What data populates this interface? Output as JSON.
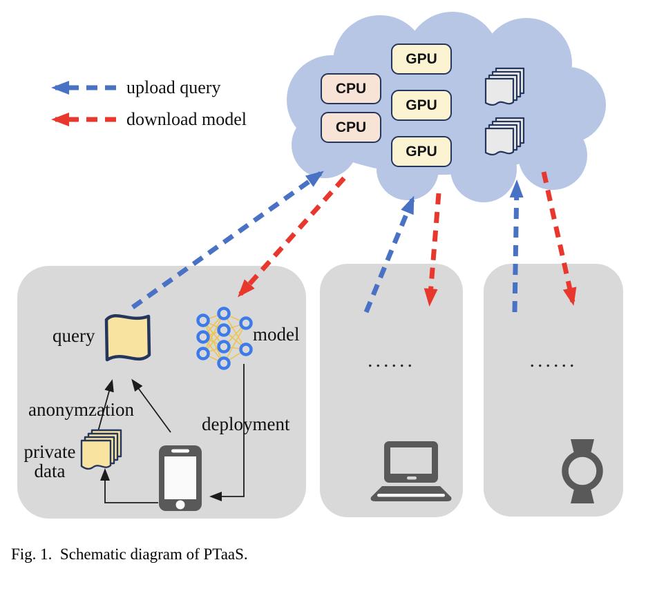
{
  "caption": "Fig. 1.  Schematic diagram of PTaaS.",
  "legend": {
    "upload_label": "upload query",
    "download_label": "download model",
    "upload_color": "#4a72c4",
    "download_color": "#e8382d"
  },
  "cloud": {
    "cpu_labels": [
      "CPU",
      "CPU"
    ],
    "gpu_labels": [
      "GPU",
      "GPU",
      "GPU"
    ],
    "document_stacks": 2,
    "fill": "#b7c6e5",
    "cpu_fill": "#f8e3d7",
    "gpu_fill": "#fbf3d2",
    "border": "#24365c"
  },
  "client_box_1": {
    "query_label": "query",
    "model_label": "model",
    "anonymization_label": "anonymzation",
    "private_data_line1": "private",
    "private_data_line2": "data",
    "deployment_label": "deployment"
  },
  "client_box_2": {
    "ellipsis": "......"
  },
  "client_box_3": {
    "ellipsis": "......"
  },
  "icons": {
    "cloud": "cloud-shape",
    "document_stack_gray": "document-stack-icon",
    "query": "wavy-document-icon",
    "model": "neural-network-icon",
    "private_data": "document-stack-icon",
    "client_1": "smartphone-icon",
    "client_2": "laptop-icon",
    "client_3": "smartwatch-icon"
  },
  "colors": {
    "client_box_fill": "#d9d9d9",
    "doc_gray": "#e9e9e9",
    "doc_yellow": "#f8e4a0",
    "device_gray": "#595959",
    "nn_node_blue": "#3d7bea",
    "nn_edge_yellow": "#efc44c"
  }
}
